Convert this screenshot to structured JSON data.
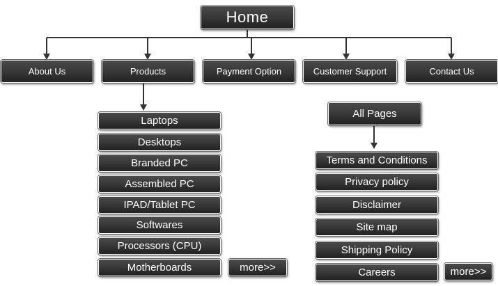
{
  "home": {
    "label": "Home"
  },
  "nav": {
    "about": "About Us",
    "products": "Products",
    "payment": "Payment Option",
    "support": "Customer Support",
    "contact": "Contact Us"
  },
  "products_menu": {
    "items": [
      "Laptops",
      "Desktops",
      "Branded PC",
      "Assembled PC",
      "IPAD/Tablet PC",
      "Softwares",
      "Processors (CPU)",
      "Motherboards"
    ],
    "more": "more>>"
  },
  "pages_menu": {
    "title": "All Pages",
    "items": [
      "Terms and Conditions",
      "Privacy policy",
      "Disclaimer",
      "Site map",
      "Shipping Policy",
      "Careers"
    ],
    "more": "more>>"
  }
}
